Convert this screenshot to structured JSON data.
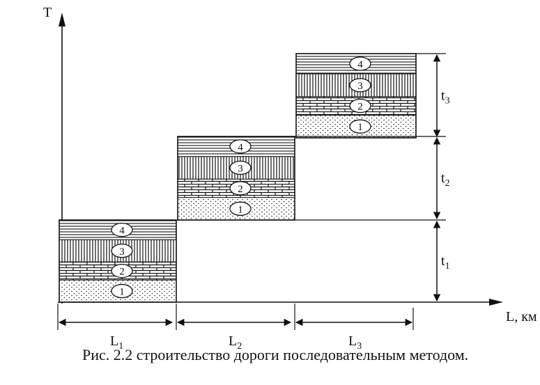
{
  "axes": {
    "y_label": "T",
    "x_label": "L, км"
  },
  "blocks": [
    {
      "name": "section-1",
      "layers": [
        "1",
        "2",
        "3",
        "4"
      ],
      "length_label": "L",
      "length_sub": "1",
      "time_label": "t",
      "time_sub": "1"
    },
    {
      "name": "section-2",
      "layers": [
        "1",
        "2",
        "3",
        "4"
      ],
      "length_label": "L",
      "length_sub": "2",
      "time_label": "t",
      "time_sub": "2"
    },
    {
      "name": "section-3",
      "layers": [
        "1",
        "2",
        "3",
        "4"
      ],
      "length_label": "L",
      "length_sub": "3",
      "time_label": "t",
      "time_sub": "3"
    }
  ],
  "caption": "Рис. 2.2 строительство дороги последовательным методом."
}
